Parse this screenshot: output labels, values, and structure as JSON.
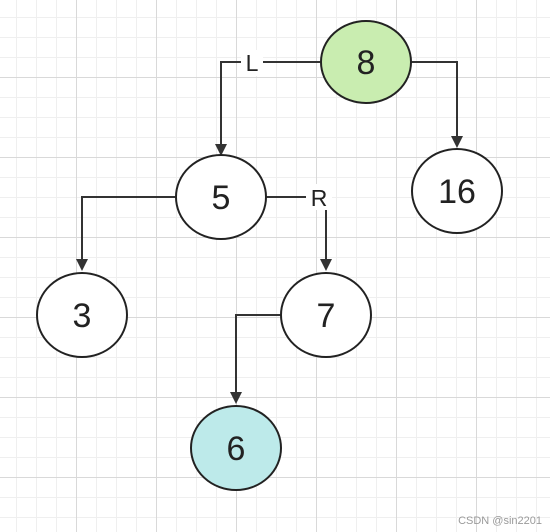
{
  "diagram": {
    "nodes": [
      {
        "id": "n8",
        "label": "8",
        "fill": "#c9edb0"
      },
      {
        "id": "n5",
        "label": "5",
        "fill": "#ffffff"
      },
      {
        "id": "n16",
        "label": "16",
        "fill": "#ffffff"
      },
      {
        "id": "n3",
        "label": "3",
        "fill": "#ffffff"
      },
      {
        "id": "n7",
        "label": "7",
        "fill": "#ffffff"
      },
      {
        "id": "n6",
        "label": "6",
        "fill": "#bdeaea"
      }
    ],
    "edges": [
      {
        "from": "n8",
        "to": "n5",
        "label": "L"
      },
      {
        "from": "n8",
        "to": "n16",
        "label": ""
      },
      {
        "from": "n5",
        "to": "n3",
        "label": ""
      },
      {
        "from": "n5",
        "to": "n7",
        "label": "R"
      },
      {
        "from": "n7",
        "to": "n6",
        "label": ""
      }
    ]
  },
  "watermark": "CSDN @sin2201"
}
